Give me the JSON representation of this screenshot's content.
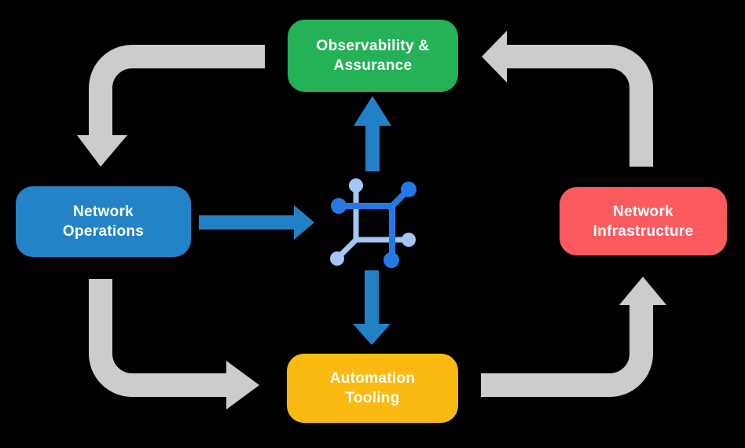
{
  "colors": {
    "background": "#000000",
    "cycle_arrow": "#CCCCCC",
    "flow_arrow": "#2281C5",
    "label_text": "#FFFFFF"
  },
  "nodes": {
    "observability": {
      "label": "Observability &\nAssurance",
      "color": "#25B257"
    },
    "operations": {
      "label": "Network\nOperations",
      "color": "#2383C6"
    },
    "infrastructure": {
      "label": "Network\nInfrastructure",
      "color": "#FB5A5E"
    },
    "tooling": {
      "label": "Automation\nTooling",
      "color": "#FBBA12"
    }
  },
  "center_icon": {
    "name": "network-mesh-icon",
    "dark_color": "#2579E5",
    "light_color": "#A5C6F4"
  }
}
